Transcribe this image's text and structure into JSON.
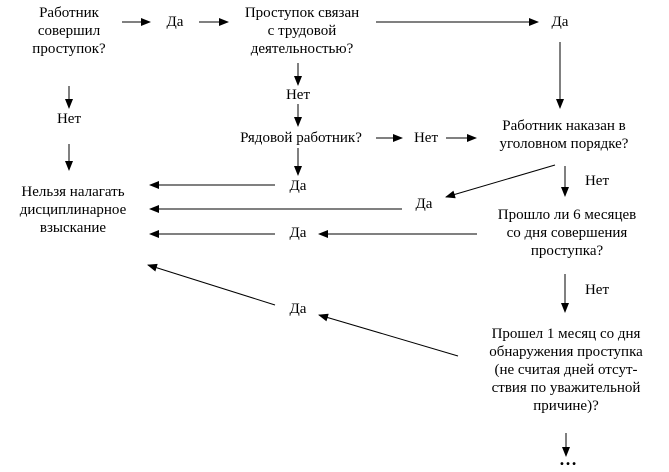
{
  "nodes": {
    "n1": [
      "Работник",
      "совершил",
      "проступок?"
    ],
    "n2": [
      "Проступок связан",
      "с трудовой",
      "деятельностью?"
    ],
    "n3": [
      "Рядовой работник?"
    ],
    "n4": [
      "Работник наказан в",
      "уголовном порядке?"
    ],
    "n5": [
      "Нельзя налагать",
      "дисциплинарное",
      "взыскание"
    ],
    "n6": [
      "Прошло ли 6 месяцев",
      "со дня совершения",
      "проступка?"
    ],
    "n7": [
      "Прошел 1 месяц со дня",
      "обнаружения проступка",
      "(не считая дней отсут-",
      "ствия по уважительной",
      "причине)?"
    ]
  },
  "labels": {
    "yes": "Да",
    "no": "Нет",
    "ellipsis": "…"
  }
}
